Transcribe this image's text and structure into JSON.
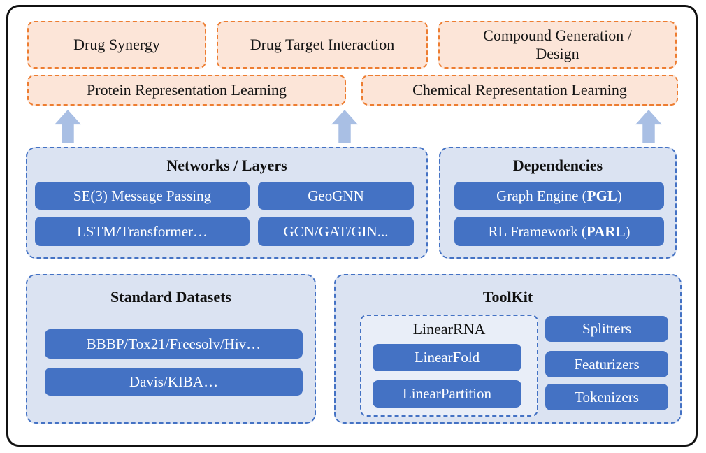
{
  "palette": {
    "frame_border": "#111111",
    "peach_fill": "#fce5d8",
    "orange_border": "#ed7d31",
    "panel_fill": "#dbe3f2",
    "panel_border": "#4472c4",
    "button_fill": "#4472c4",
    "button_text": "#ffffff",
    "inner_panel_fill": "#e9eef8",
    "arrow_fill": "#a9bfe4"
  },
  "apps": {
    "row1": [
      {
        "label": "Drug Synergy"
      },
      {
        "label": "Drug Target Interaction"
      },
      {
        "label": "Compound Generation / Design"
      }
    ],
    "row2": [
      {
        "label": "Protein Representation Learning"
      },
      {
        "label": "Chemical Representation Learning"
      }
    ]
  },
  "arrows": [
    {
      "name": "up-arrow"
    },
    {
      "name": "up-arrow"
    },
    {
      "name": "up-arrow"
    }
  ],
  "panels": {
    "networks": {
      "title": "Networks / Layers",
      "items": [
        "SE(3) Message Passing",
        "GeoGNN",
        "LSTM/Transformer…",
        "GCN/GAT/GIN..."
      ]
    },
    "dependencies": {
      "title": "Dependencies",
      "items": [
        {
          "pre": "Graph Engine (",
          "em": "PGL",
          "post": ")"
        },
        {
          "pre": "RL Framework (",
          "em": "PARL",
          "post": ")"
        }
      ]
    },
    "datasets": {
      "title": "Standard Datasets",
      "items": [
        "BBBP/Tox21/Freesolv/Hiv…",
        "Davis/KIBA…"
      ]
    },
    "toolkit": {
      "title": "ToolKit",
      "linear_rna": {
        "title": "LinearRNA",
        "items": [
          "LinearFold",
          "LinearPartition"
        ]
      },
      "tools": [
        "Splitters",
        "Featurizers",
        "Tokenizers"
      ]
    }
  }
}
